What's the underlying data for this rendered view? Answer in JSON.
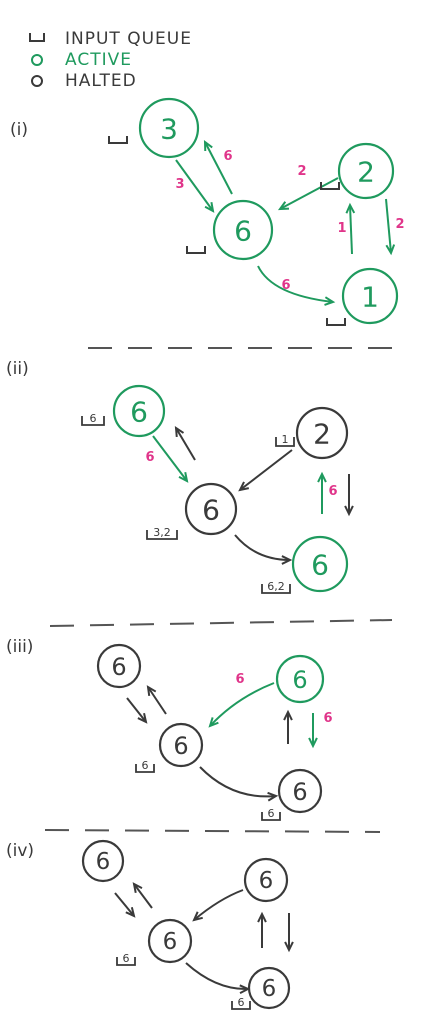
{
  "colors": {
    "active": "#1f9a5e",
    "halted": "#3a3a3a",
    "message": "#e0358a",
    "ink": "#3a3a3a"
  },
  "legend": {
    "input_queue": "INPUT QUEUE",
    "active": "ACTIVE",
    "halted": "HALTED",
    "input_queue_icon": "queue-bracket-icon",
    "active_icon": "circle-outline-icon",
    "halted_icon": "circle-outline-icon"
  },
  "sections": [
    {
      "label": "(i)",
      "nodes": [
        {
          "id": "a",
          "value": "3",
          "state": "active",
          "queue": ""
        },
        {
          "id": "b",
          "value": "6",
          "state": "active",
          "queue": ""
        },
        {
          "id": "c",
          "value": "2",
          "state": "active",
          "queue": ""
        },
        {
          "id": "d",
          "value": "1",
          "state": "active",
          "queue": ""
        }
      ],
      "edges": [
        {
          "from": "a",
          "to": "b",
          "state": "active",
          "label": "3"
        },
        {
          "from": "b",
          "to": "a",
          "state": "active",
          "label": "6"
        },
        {
          "from": "c",
          "to": "b",
          "state": "active",
          "label": "2"
        },
        {
          "from": "c",
          "to": "d",
          "state": "active",
          "label": "2"
        },
        {
          "from": "d",
          "to": "c",
          "state": "active",
          "label": "1"
        },
        {
          "from": "b",
          "to": "d",
          "state": "active",
          "label": "6"
        }
      ]
    },
    {
      "label": "(ii)",
      "nodes": [
        {
          "id": "a",
          "value": "6",
          "state": "active",
          "queue": "6"
        },
        {
          "id": "b",
          "value": "6",
          "state": "halted",
          "queue": "3,2"
        },
        {
          "id": "c",
          "value": "2",
          "state": "halted",
          "queue": "1"
        },
        {
          "id": "d",
          "value": "6",
          "state": "active",
          "queue": "6,2"
        }
      ],
      "edges": [
        {
          "from": "a",
          "to": "b",
          "state": "active",
          "label": "6"
        },
        {
          "from": "b",
          "to": "a",
          "state": "halted",
          "label": ""
        },
        {
          "from": "c",
          "to": "b",
          "state": "halted",
          "label": ""
        },
        {
          "from": "d",
          "to": "c",
          "state": "active",
          "label": "6"
        },
        {
          "from": "c",
          "to": "d",
          "state": "halted",
          "label": ""
        },
        {
          "from": "b",
          "to": "d",
          "state": "halted",
          "label": ""
        }
      ]
    },
    {
      "label": "(iii)",
      "nodes": [
        {
          "id": "a",
          "value": "6",
          "state": "halted",
          "queue": ""
        },
        {
          "id": "b",
          "value": "6",
          "state": "halted",
          "queue": "6"
        },
        {
          "id": "c",
          "value": "6",
          "state": "active",
          "queue": ""
        },
        {
          "id": "d",
          "value": "6",
          "state": "halted",
          "queue": "6"
        }
      ],
      "edges": [
        {
          "from": "a",
          "to": "b",
          "state": "halted",
          "label": ""
        },
        {
          "from": "b",
          "to": "a",
          "state": "halted",
          "label": ""
        },
        {
          "from": "c",
          "to": "b",
          "state": "active",
          "label": "6"
        },
        {
          "from": "c",
          "to": "d",
          "state": "active",
          "label": "6"
        },
        {
          "from": "d",
          "to": "c",
          "state": "halted",
          "label": ""
        },
        {
          "from": "b",
          "to": "d",
          "state": "halted",
          "label": ""
        }
      ]
    },
    {
      "label": "(iv)",
      "nodes": [
        {
          "id": "a",
          "value": "6",
          "state": "halted",
          "queue": ""
        },
        {
          "id": "b",
          "value": "6",
          "state": "halted",
          "queue": "6"
        },
        {
          "id": "c",
          "value": "6",
          "state": "halted",
          "queue": ""
        },
        {
          "id": "d",
          "value": "6",
          "state": "halted",
          "queue": "6"
        }
      ],
      "edges": [
        {
          "from": "a",
          "to": "b",
          "state": "halted",
          "label": ""
        },
        {
          "from": "b",
          "to": "a",
          "state": "halted",
          "label": ""
        },
        {
          "from": "c",
          "to": "b",
          "state": "halted",
          "label": ""
        },
        {
          "from": "c",
          "to": "d",
          "state": "halted",
          "label": ""
        },
        {
          "from": "d",
          "to": "c",
          "state": "halted",
          "label": ""
        },
        {
          "from": "b",
          "to": "d",
          "state": "halted",
          "label": ""
        }
      ]
    }
  ]
}
